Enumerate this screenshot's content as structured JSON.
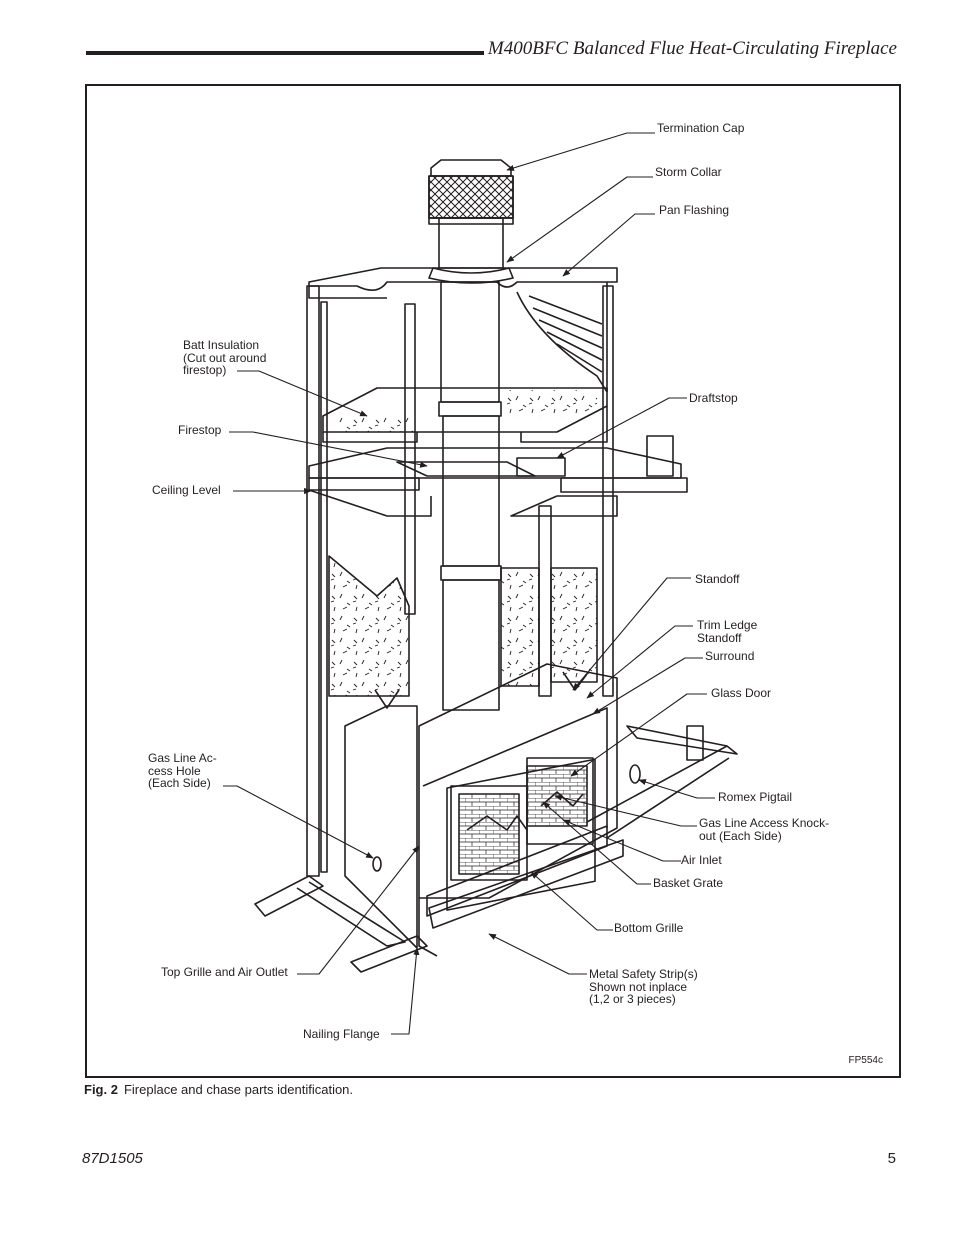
{
  "header": {
    "title": "M400BFC Balanced Flue Heat-Circulating Fireplace"
  },
  "figure": {
    "code": "FP554c",
    "labels": {
      "termination_cap": "Termination Cap",
      "storm_collar": "Storm Collar",
      "pan_flashing": "Pan Flashing",
      "batt_insulation": "Batt Insulation\n(Cut out around\nfirestop)",
      "draftstop": "Draftstop",
      "firestop": "Firestop",
      "ceiling_level": "Ceiling Level",
      "standoff": "Standoff",
      "trim_ledge_standoff": "Trim Ledge\nStandoff",
      "surround": "Surround",
      "glass_door": "Glass Door",
      "gas_line_access_hole": "Gas Line Ac-\ncess Hole\n(Each Side)",
      "romex_pigtail": "Romex Pigtail",
      "gas_line_knockout": "Gas Line Access Knock-\nout (Each Side)",
      "air_inlet": "Air Inlet",
      "basket_grate": "Basket Grate",
      "bottom_grille": "Bottom Grille",
      "top_grille": "Top Grille and Air Outlet",
      "metal_safety_strip": "Metal Safety Strip(s)\nShown not inplace\n(1,2 or 3 pieces)",
      "nailing_flange": "Nailing Flange"
    }
  },
  "caption": {
    "label": "Fig. 2",
    "text": "Fireplace and chase parts identification."
  },
  "footer": {
    "doc_number": "87D1505",
    "page_number": "5"
  }
}
